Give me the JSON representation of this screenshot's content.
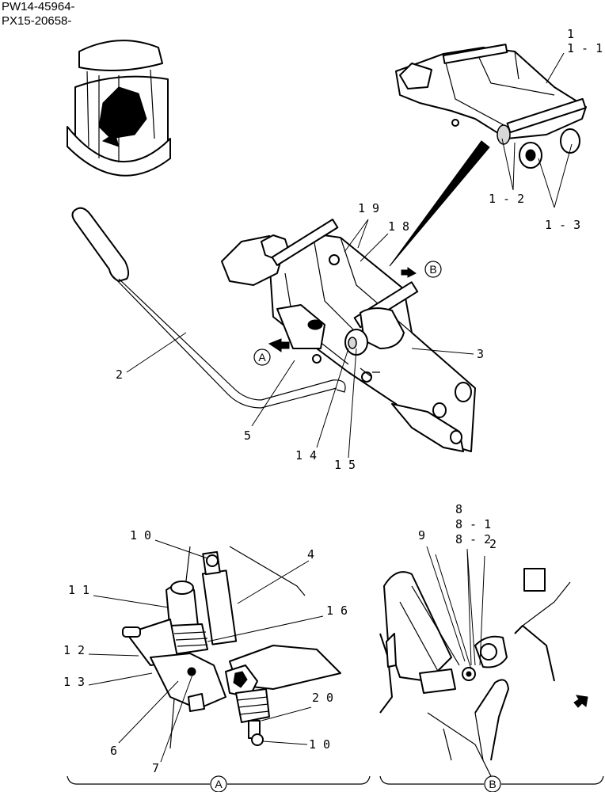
{
  "header": {
    "serial_1": "PW14-45964-",
    "serial_2": "PX15-20658-"
  },
  "callouts": {
    "c1": "1",
    "c1_1": "1 - 1",
    "c1_2": "1 - 2",
    "c1_3": "1 - 3",
    "c2_main": "2",
    "c3": "3",
    "c5": "5",
    "c14": "1 4",
    "c15": "1 5",
    "c18": "1 8",
    "c19": "1 9",
    "c10_top": "1 0",
    "c4": "4",
    "c11": "1 1",
    "c16": "1 6",
    "c12": "1 2",
    "c13": "1 3",
    "c20": "2 0",
    "c6": "6",
    "c10_bottom": "1 0",
    "c7": "7",
    "c8": "8",
    "c9": "9",
    "c8_1": "8 - 1",
    "c8_2": "8 - 2",
    "c2_detail": "2"
  },
  "views": {
    "a": "A",
    "b": "B"
  }
}
